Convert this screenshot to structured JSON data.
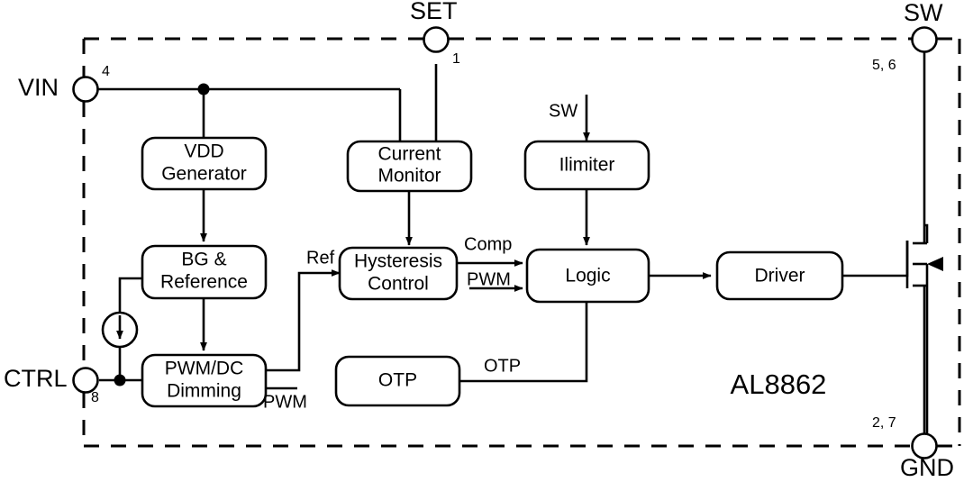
{
  "diagram": {
    "chip_name": "AL8862",
    "blocks": [
      {
        "id": "vdd_generator",
        "line1": "VDD",
        "line2": "Generator"
      },
      {
        "id": "current_monitor",
        "line1": "Current",
        "line2": "Monitor"
      },
      {
        "id": "ilimiter",
        "line1": "Ilimiter",
        "line2": ""
      },
      {
        "id": "bg_reference",
        "line1": "BG &",
        "line2": "Reference"
      },
      {
        "id": "hysteresis_control",
        "line1": "Hysteresis",
        "line2": "Control"
      },
      {
        "id": "logic",
        "line1": "Logic",
        "line2": ""
      },
      {
        "id": "driver",
        "line1": "Driver",
        "line2": ""
      },
      {
        "id": "pwm_dc_dimming",
        "line1": "PWM/DC",
        "line2": "Dimming"
      },
      {
        "id": "otp",
        "line1": "OTP",
        "line2": ""
      }
    ],
    "pins": [
      {
        "id": "vin",
        "label": "VIN",
        "number": "4"
      },
      {
        "id": "set",
        "label": "SET",
        "number": "1"
      },
      {
        "id": "sw",
        "label": "SW",
        "number": "5, 6"
      },
      {
        "id": "ctrl",
        "label": "CTRL",
        "number": "8"
      },
      {
        "id": "gnd",
        "label": "GND",
        "number": "2, 7"
      }
    ],
    "signals": [
      {
        "id": "sw_input",
        "label": "SW"
      },
      {
        "id": "ref",
        "label": "Ref"
      },
      {
        "id": "comp",
        "label": "Comp"
      },
      {
        "id": "pwm_to_logic",
        "label": "PWM"
      },
      {
        "id": "pwm_out",
        "label": "PWM"
      },
      {
        "id": "otp_signal",
        "label": "OTP"
      }
    ],
    "colors": {
      "line": "#000000",
      "fill": "#ffffff",
      "background": "#ffffff"
    }
  }
}
